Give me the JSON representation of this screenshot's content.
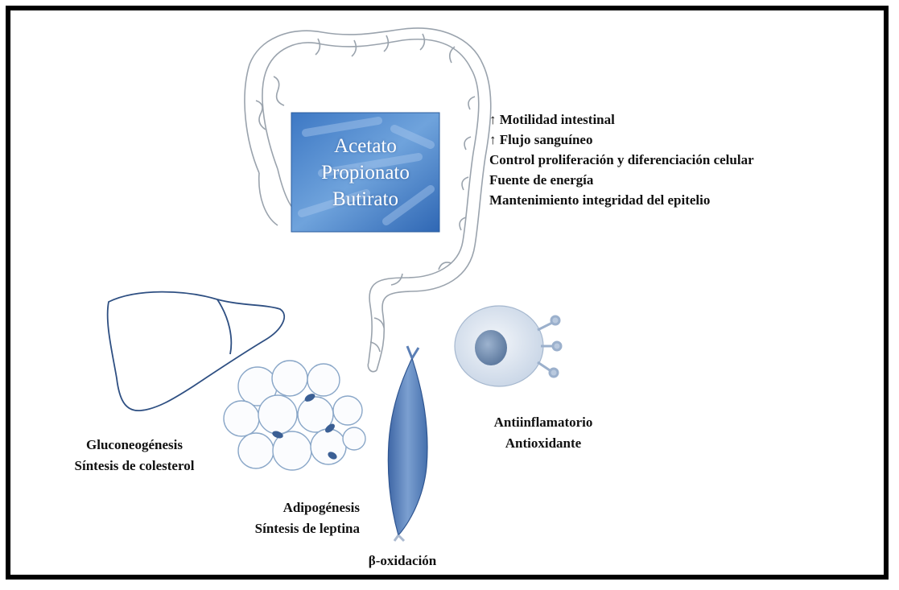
{
  "scfa_box": {
    "items": [
      "Acetato",
      "Propionato",
      "Butirato"
    ]
  },
  "intestinal_effects": [
    "↑ Motilidad intestinal",
    "↑ Flujo sanguíneo",
    "Control proliferación y diferenciación celular",
    "Fuente de energía",
    "Mantenimiento integridad del epitelio"
  ],
  "liver": {
    "line1": "Gluconeogénesis",
    "line2": "Síntesis de colesterol"
  },
  "adipose": {
    "line1": "Adipogénesis",
    "line2": "Síntesis de leptina"
  },
  "muscle": {
    "line1": "β-oxidación"
  },
  "immune": {
    "line1": "Antiinflamatorio",
    "line2": "Antioxidante"
  },
  "colors": {
    "box_blue": "#5a8ed0",
    "organ_outline": "#3a5a8a",
    "cell_fill": "#cfdcec"
  }
}
